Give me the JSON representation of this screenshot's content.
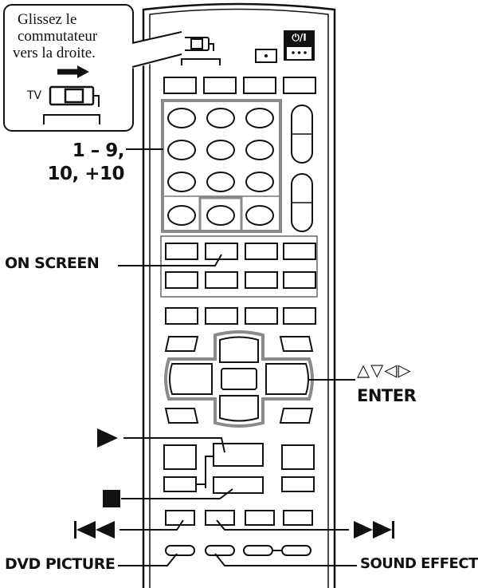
{
  "callout": {
    "line1": "Glissez le",
    "line2": "commutateur",
    "line3": "vers la droite.",
    "tv_label": "TV"
  },
  "remote": {
    "power_label": "⏻/I"
  },
  "labels": {
    "numbers_line1": "1 – 9,",
    "numbers_line2": "10, +10",
    "on_screen": "ON SCREEN",
    "nav_arrows": "△▽◁▷",
    "enter": "ENTER",
    "dvd_picture": "DVD PICTURE",
    "sound_effect": "SOUND EFFECT"
  },
  "icons": {
    "play": "play-icon",
    "stop": "stop-icon",
    "skip_back": "skip-back-icon",
    "skip_forward": "skip-forward-icon"
  },
  "colors": {
    "line": "#111111",
    "highlight": "#8a8a8a",
    "background": "#ffffff"
  }
}
